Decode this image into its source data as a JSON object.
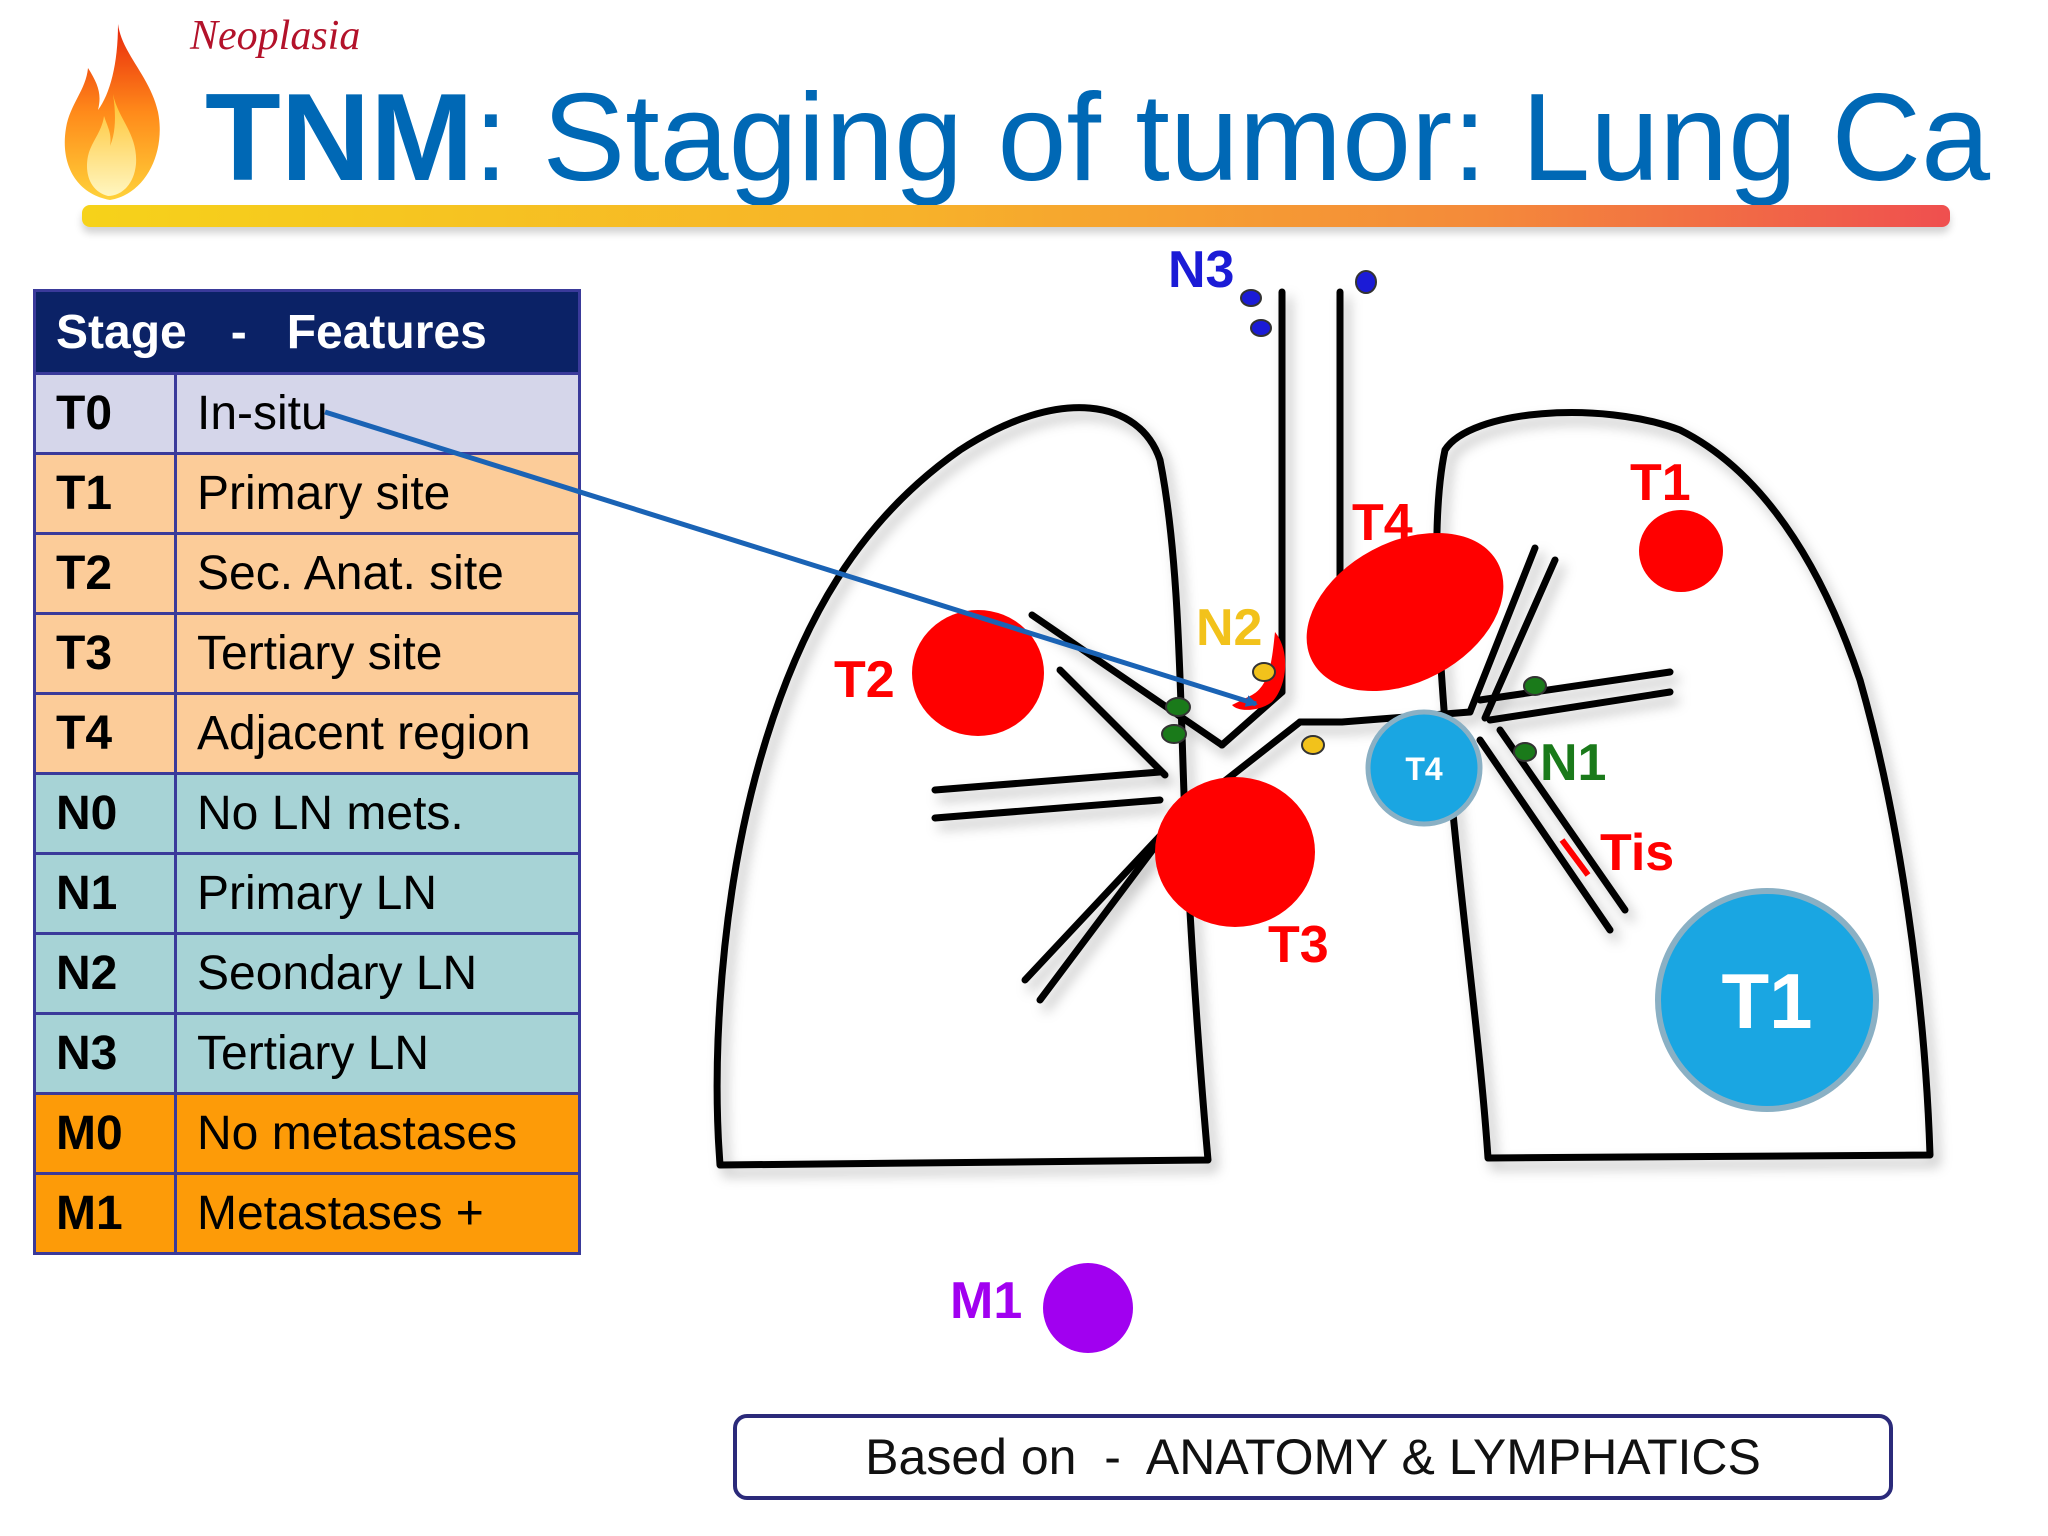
{
  "header": {
    "subtitle": "Neoplasia",
    "title_bold": "TNM",
    "title_rest": ": Staging of tumor: Lung Ca"
  },
  "table": {
    "header_stage": "Stage",
    "header_sep": "-",
    "header_features": "Features",
    "rows": [
      {
        "code": "T0",
        "feature": "In-situ"
      },
      {
        "code": "T1",
        "feature": "Primary site"
      },
      {
        "code": "T2",
        "feature": "Sec. Anat. site"
      },
      {
        "code": "T3",
        "feature": "Tertiary site"
      },
      {
        "code": "T4",
        "feature": "Adjacent region"
      },
      {
        "code": "N0",
        "feature": "No LN mets."
      },
      {
        "code": "N1",
        "feature": "Primary LN"
      },
      {
        "code": "N2",
        "feature": "Seondary LN"
      },
      {
        "code": "N3",
        "feature": "Tertiary LN"
      },
      {
        "code": "M0",
        "feature": "No metastases"
      },
      {
        "code": "M1",
        "feature": "Metastases +"
      }
    ]
  },
  "diagram_labels": {
    "n3": "N3",
    "t4_red": "T4",
    "t1_top": "T1",
    "t2": "T2",
    "n2": "N2",
    "t4_circle": "T4",
    "n1": "N1",
    "tis": "Tis",
    "t3": "T3",
    "t1_circle": "T1",
    "m1": "M1"
  },
  "footer": {
    "text": "Based on  -  ANATOMY & LYMPHATICS"
  },
  "colors": {
    "title_blue": "#0068b5",
    "table_header": "#0b2266",
    "row_t0": "#d5d6ea",
    "row_t": "#fccc99",
    "row_n": "#a7d3d6",
    "row_m": "#fd9b08",
    "tumor_red": "#ff0000",
    "circle_blue": "#1aa6e2",
    "node_green": "#1a7a1a",
    "node_yellow": "#f2c21b",
    "node_blue": "#1b1bd6",
    "metastasis_purple": "#a100f0"
  }
}
